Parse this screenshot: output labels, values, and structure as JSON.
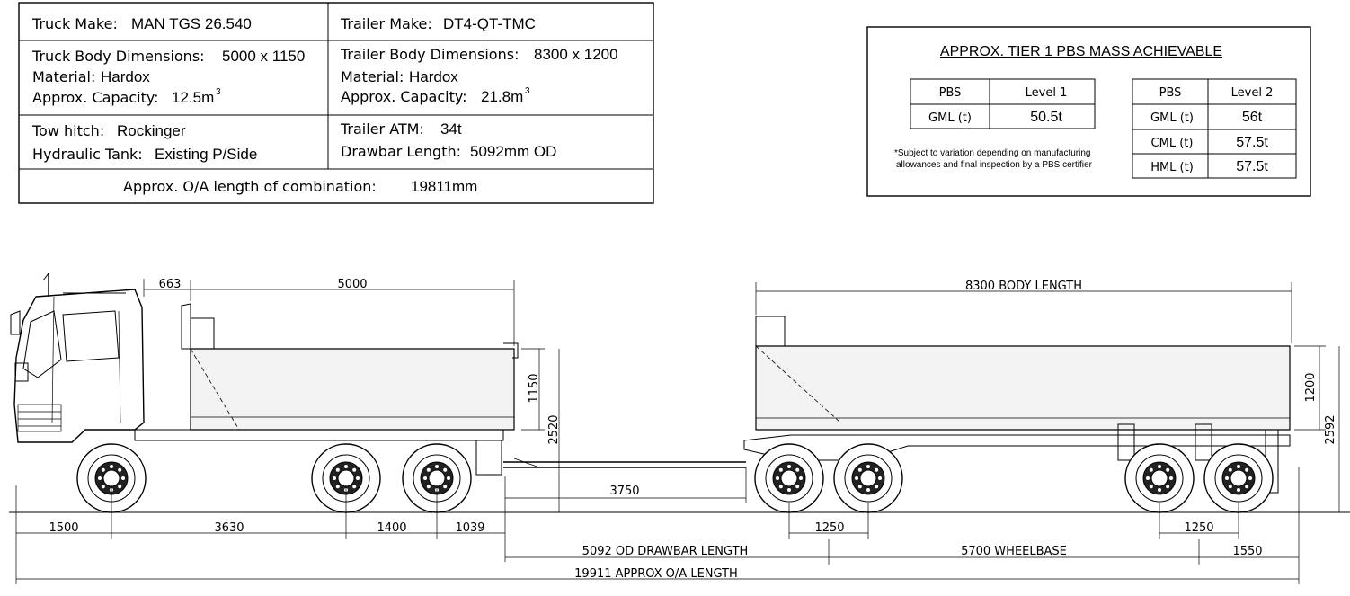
{
  "spec_table": {
    "truck_make_label": "Truck Make:",
    "truck_make_value": "MAN TGS 26.540",
    "trailer_make_label": "Trailer Make:",
    "trailer_make_value": "DT4-QT-TMC",
    "truck_body_dim_label": "Truck Body Dimensions:",
    "truck_body_dim_value": "5000 x 1150",
    "truck_material_label": "Material:",
    "truck_material_value": "Hardox",
    "truck_capacity_label": "Approx. Capacity:",
    "truck_capacity_value": "12.5m",
    "truck_capacity_sup": "3",
    "trailer_body_dim_label": "Trailer Body Dimensions:",
    "trailer_body_dim_value": "8300 x 1200",
    "trailer_material_label": "Material:",
    "trailer_material_value": "Hardox",
    "trailer_capacity_label": "Approx. Capacity:",
    "trailer_capacity_value": "21.8m",
    "trailer_capacity_sup": "3",
    "tow_hitch_label": "Tow hitch:",
    "tow_hitch_value": "Rockinger",
    "hydraulic_tank_label": "Hydraulic Tank:",
    "hydraulic_tank_value": "Existing P/Side",
    "trailer_atm_label": "Trailer ATM:",
    "trailer_atm_value": "34t",
    "drawbar_length_label": "Drawbar Length:",
    "drawbar_length_value": "5092mm OD",
    "oa_length_label": "Approx. O/A length of combination:",
    "oa_length_value": "19811mm"
  },
  "pbs_box": {
    "title": "APPROX. TIER 1 PBS MASS ACHIEVABLE",
    "level1": {
      "header": [
        "PBS",
        "Level 1"
      ],
      "rows": [
        [
          "GML (t)",
          "50.5t"
        ]
      ]
    },
    "level2": {
      "header": [
        "PBS",
        "Level 2"
      ],
      "rows": [
        [
          "GML (t)",
          "56t"
        ],
        [
          "CML (t)",
          "57.5t"
        ],
        [
          "HML (t)",
          "57.5t"
        ]
      ]
    },
    "note_line1": "*Subject to variation depending on manufacturing",
    "note_line2": "allowances  and final inspection by a PBS certifier"
  },
  "dimensions": {
    "cab_offset": "663",
    "truck_body_length": "5000",
    "trailer_body_length": "8300 BODY LENGTH",
    "truck_body_height": "1150",
    "truck_overall_height": "2520",
    "trailer_body_height": "1200",
    "trailer_overall_height": "2592",
    "drawbar_gap": "3750",
    "front_overhang": "1500",
    "truck_wheelbase": "3630",
    "truck_tandem": "1400",
    "truck_rear_overhang": "1039",
    "trailer_front_tandem": "1250",
    "trailer_rear_tandem": "1250",
    "drawbar_od": "5092 OD DRAWBAR LENGTH",
    "trailer_wheelbase": "5700 WHEELBASE",
    "trailer_rear_overhang": "1550",
    "overall_length": "19911 APPROX O/A LENGTH"
  }
}
